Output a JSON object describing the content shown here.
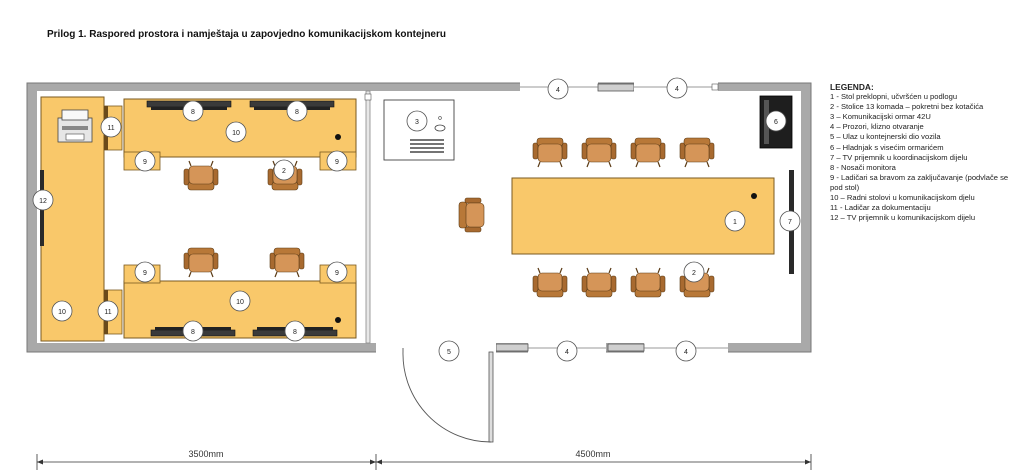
{
  "title": "Prilog 1. Raspored prostora i namještaja u zapovjedno komunikacijskom kontejneru",
  "legend": {
    "heading": "LEGENDA:",
    "items": [
      "1 - Stol preklopni, učvršćen u podlogu",
      "2 - Stolice 13 komada – pokretni bez kotačića",
      "3 – Komunikacijski ormar 42U",
      "4 – Prozori, klizno otvaranje",
      "5 – Ulaz u kontejnerski dio vozila",
      "6 – Hladnjak s visećim ormarićem",
      "7 – TV prijemnik u koordinacijskom dijelu",
      "8 - Nosači monitora",
      "9 - Ladičari sa bravom za zaključavanje (podvlače se pod stol)",
      "10 – Radni stolovi u komunikacijskom djelu",
      "11 - Ladičar za dokumentaciju",
      "12 – TV prijemnik u komunikacijskom dijelu"
    ]
  },
  "dimensions": {
    "left": "3500mm",
    "right": "4500mm"
  },
  "markers": {
    "n1": "1",
    "n2": "2",
    "n3": "3",
    "n4": "4",
    "n5": "5",
    "n6": "6",
    "n7": "7",
    "n8": "8",
    "n9": "9",
    "n10": "10",
    "n11": "11",
    "n12": "12"
  },
  "colors": {
    "wall": "#a9a9a9",
    "furniture": "#f9c86a",
    "furniture_edge": "#7a5a20",
    "chair": "#c8874a",
    "dark": "#222222"
  }
}
